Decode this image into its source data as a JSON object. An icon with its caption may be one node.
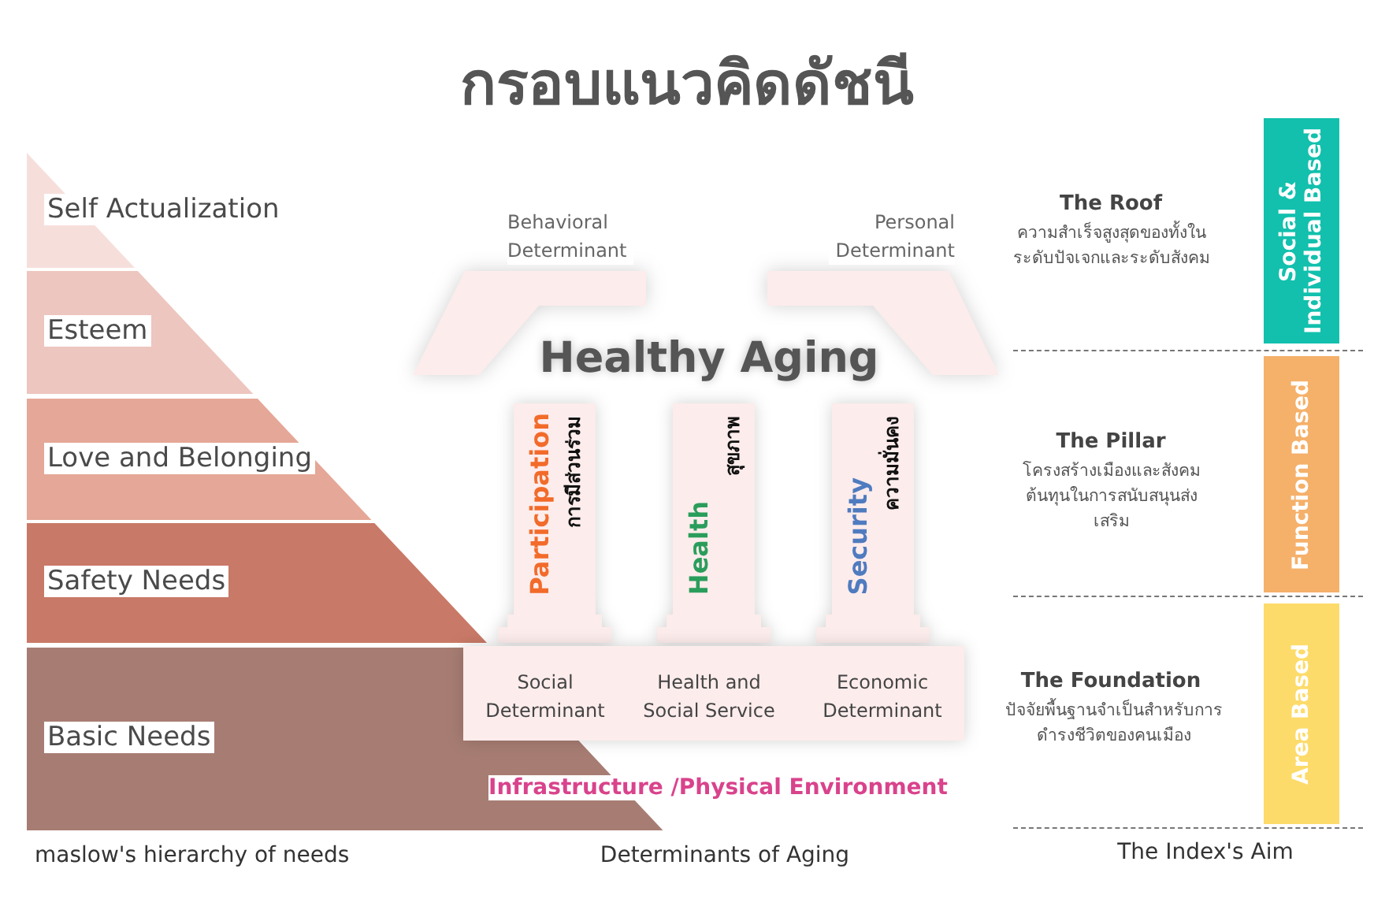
{
  "diagram": {
    "title": "กรอบแนวคิดดัชนี",
    "nodes": [
      {
        "text": [
          "Self Actualization"
        ]
      },
      {
        "text": [
          "Esteem"
        ]
      },
      {
        "text": [
          "Love and Belonging"
        ]
      },
      {
        "text": [
          "Safety Needs"
        ]
      },
      {
        "text": [
          "Basic Needs"
        ]
      },
      {
        "text": [
          "Behavioral Determinant"
        ]
      },
      {
        "text": [
          "Personal Determinant"
        ]
      },
      {
        "text": [
          "Participation",
          "การมีส่วนร่วม"
        ]
      },
      {
        "text": [
          "Health",
          "สุขภาพ"
        ]
      },
      {
        "text": [
          "Security",
          "ความมั่นคง"
        ]
      },
      {
        "text": [
          "Social Determinant",
          "Health and Social Service",
          "Economic Determinant"
        ]
      },
      {
        "text": [
          "Social & Individual Based"
        ]
      },
      {
        "text": [
          "Function Based"
        ]
      },
      {
        "text": [
          "Area Based"
        ]
      }
    ],
    "edges": [],
    "labels": [
      "Healthy Aging",
      "The Roof",
      "ความสำเร็จสูงสุดของทั้งในระดับปัจเจกและระดับสังคม",
      "The Pillar",
      "โครงสร้างเมืองและสังคม ต้นทุนในการสนับสนุนส่งเสริม",
      "The Foundation",
      "ปัจจัยพื้นฐานจำเป็นสำหรับการดำรงชีวิตของคนเมือง",
      "Infrastructure /Physical Environment",
      "maslow's hierarchy of needs",
      "Determinants of Aging",
      "The Index's Aim"
    ]
  }
}
